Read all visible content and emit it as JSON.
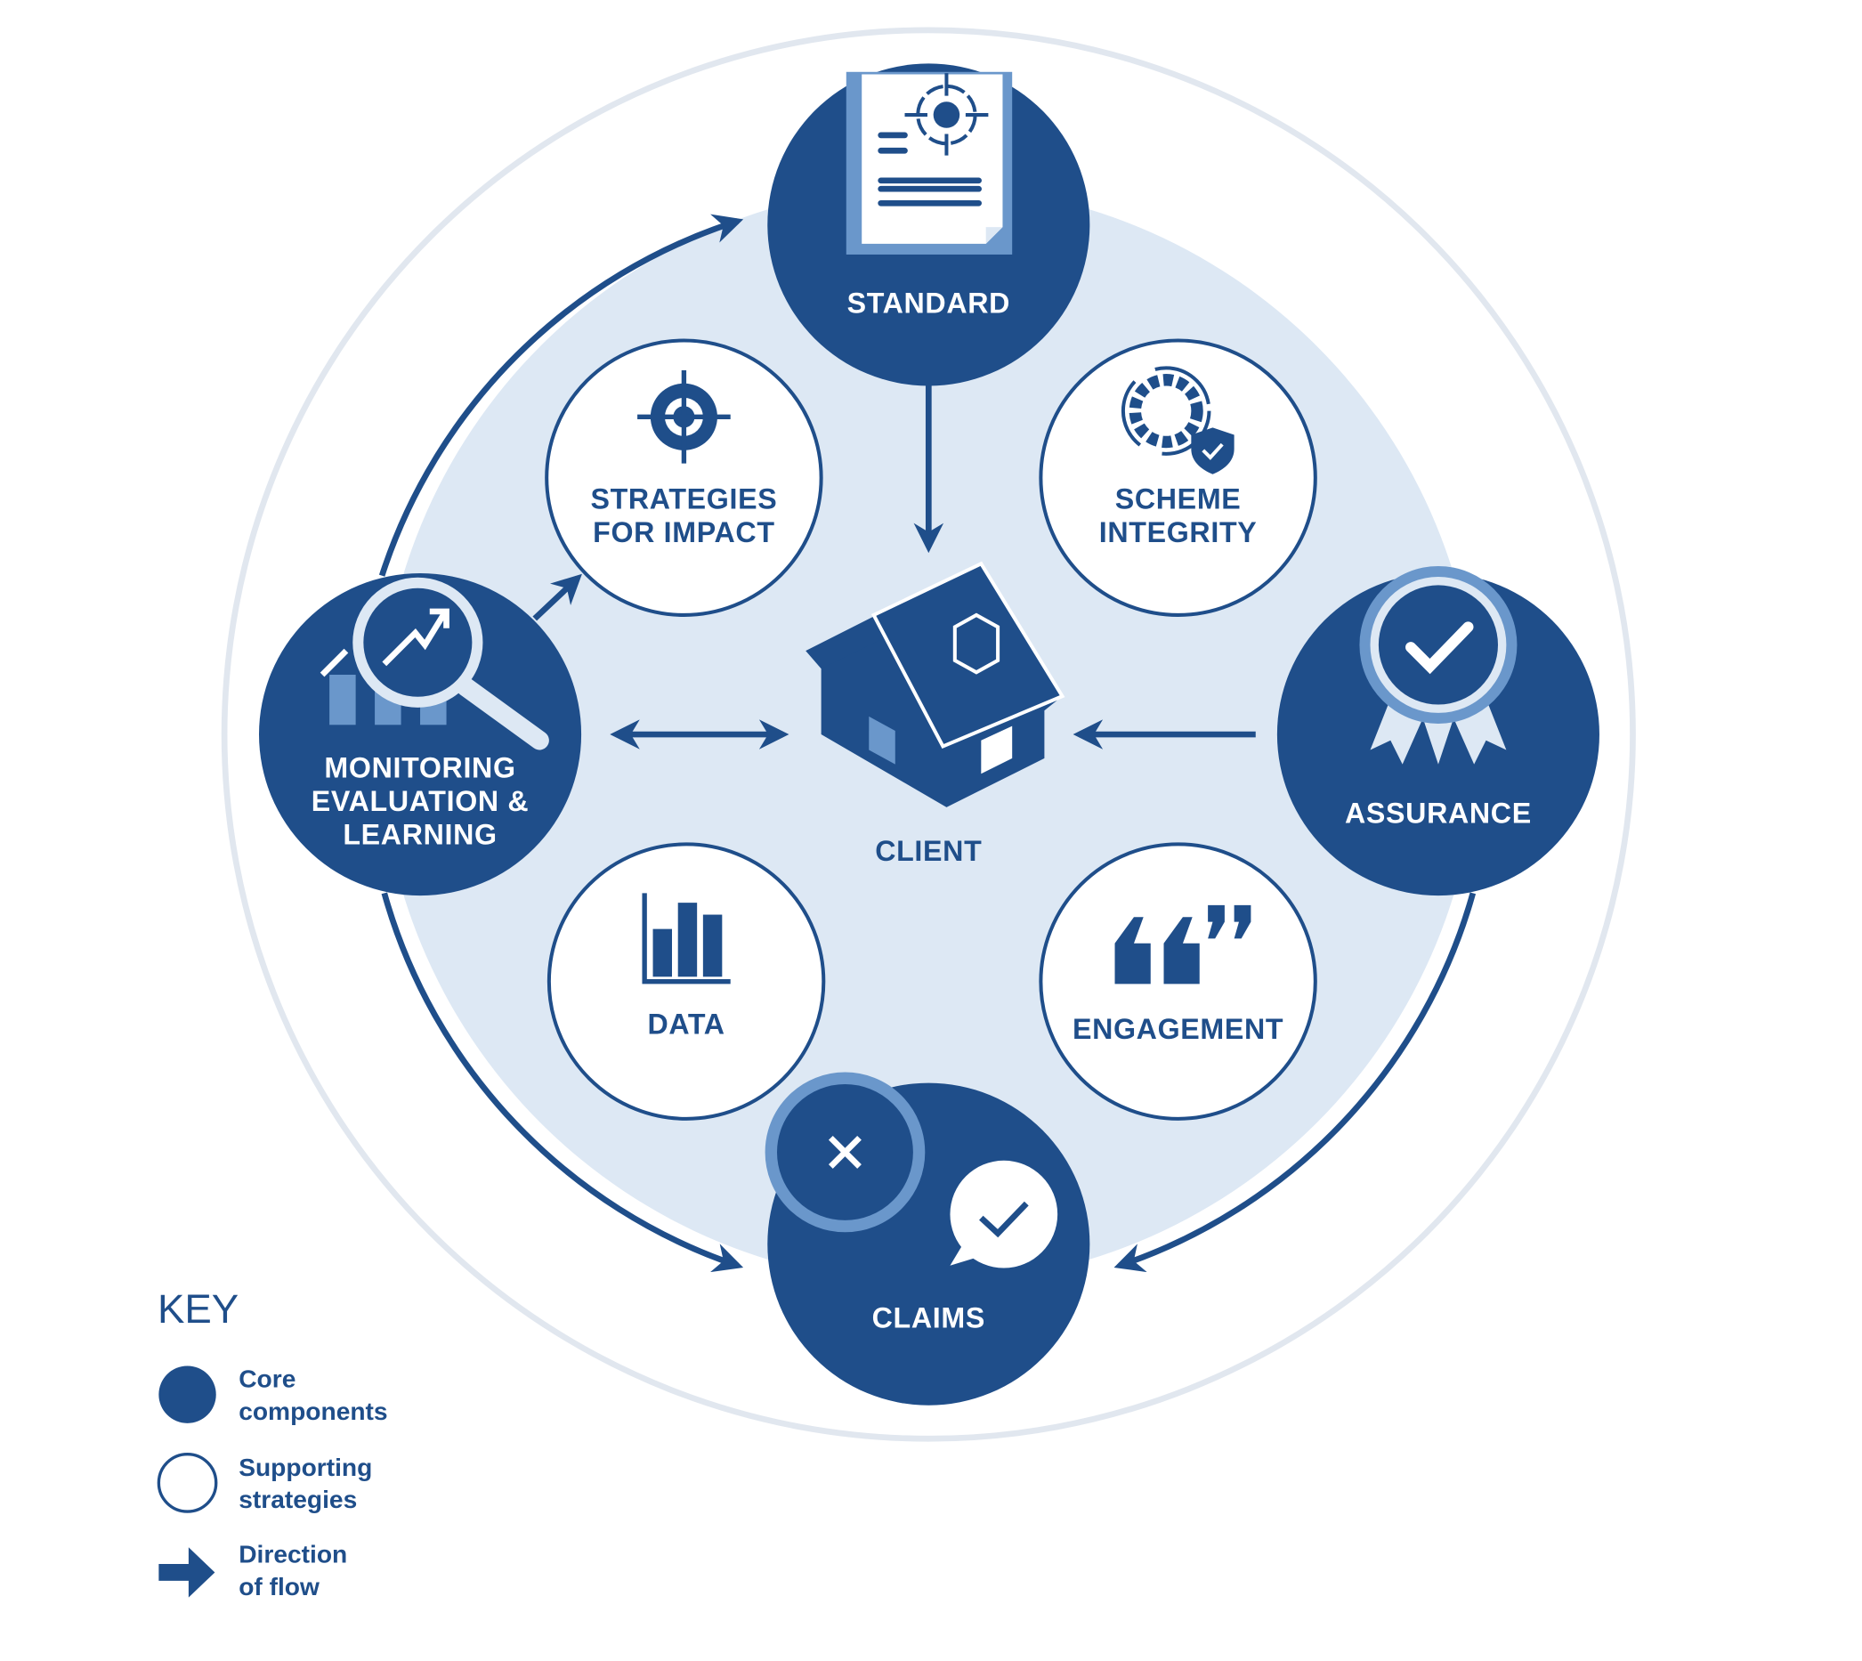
{
  "colors": {
    "core": "#1f4e8a",
    "accent": "#6a97cb",
    "background_disk": "#dde8f4",
    "outer_ring": "#e1e7ef"
  },
  "core": {
    "standard": "STANDARD",
    "monitoring": [
      "MONITORING",
      "EVALUATION &",
      "LEARNING"
    ],
    "assurance": "ASSURANCE",
    "claims": "CLAIMS"
  },
  "supporting": {
    "strategies": [
      "STRATEGIES",
      "FOR IMPACT"
    ],
    "scheme": [
      "SCHEME",
      "INTEGRITY"
    ],
    "data": "DATA",
    "engagement": "ENGAGEMENT"
  },
  "center": {
    "client": "CLIENT"
  },
  "key": {
    "title": "KEY",
    "core": [
      "Core",
      "components"
    ],
    "supporting": [
      "Supporting",
      "strategies"
    ],
    "flow": [
      "Direction",
      "of flow"
    ]
  }
}
